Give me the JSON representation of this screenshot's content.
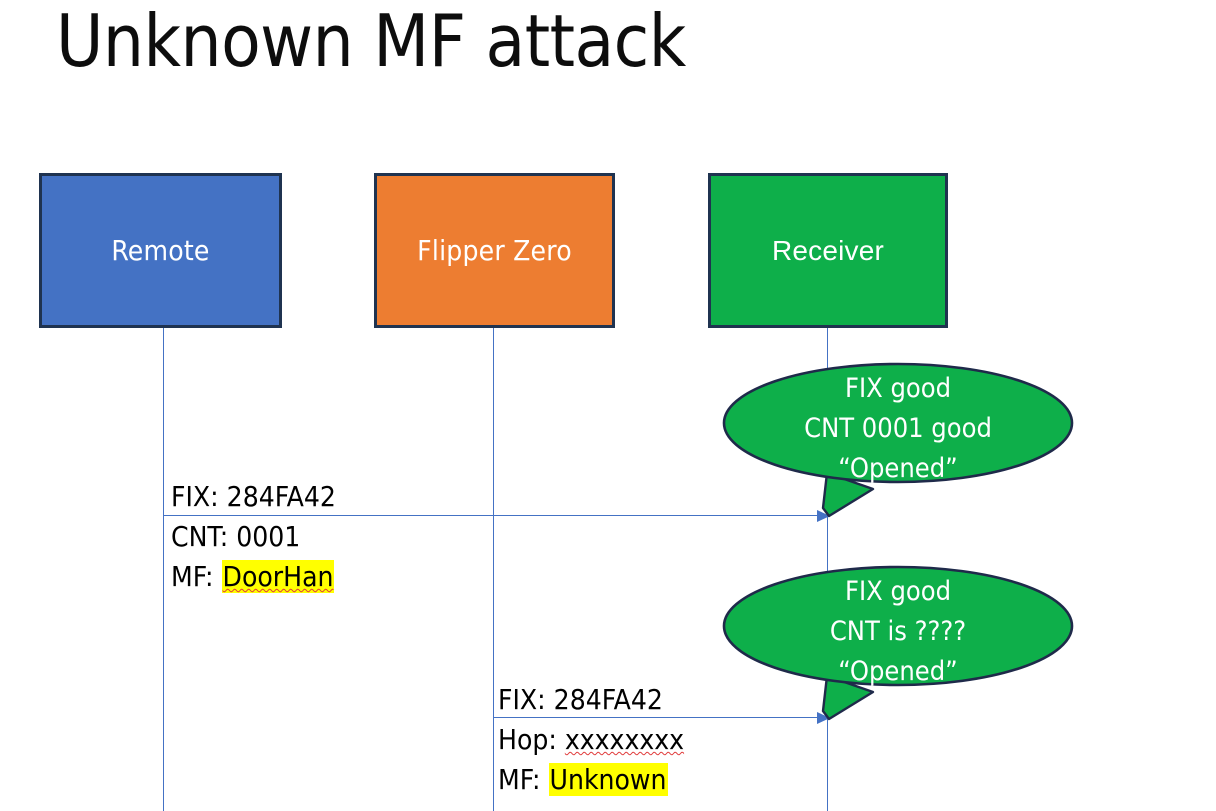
{
  "slide": {
    "title": "Unknown MF attack",
    "background_color": "#FFFFFF"
  },
  "colors": {
    "remote_box": "#4472C4",
    "flipper_box": "#ED7D31",
    "receiver_box": "#0EAF4A",
    "box_border": "#1F3350",
    "lifeline": "#4472C4",
    "callout_fill": "#0EAF4A",
    "callout_border": "#1F2A4A",
    "highlight": "#FFFF00",
    "text_dark": "#000000",
    "text_light": "#FFFFFF"
  },
  "actors": [
    {
      "id": "remote",
      "label": "Remote"
    },
    {
      "id": "flipper",
      "label": "Flipper Zero"
    },
    {
      "id": "receiver",
      "label": "Receiver"
    }
  ],
  "messages": [
    {
      "id": "remote-to-receiver",
      "from": "remote",
      "to": "receiver",
      "lines": [
        {
          "label": "FIX: ",
          "value": "284FA42",
          "highlight": false,
          "spellcheck_error": false
        },
        {
          "label": "CNT: ",
          "value": "0001",
          "highlight": false,
          "spellcheck_error": false
        },
        {
          "label": "MF: ",
          "value": "DoorHan",
          "highlight": true,
          "spellcheck_error": true
        }
      ]
    },
    {
      "id": "flipper-to-receiver",
      "from": "flipper",
      "to": "receiver",
      "lines": [
        {
          "label": "FIX: ",
          "value": "284FA42",
          "highlight": false,
          "spellcheck_error": false
        },
        {
          "label": "Hop: ",
          "value": "xxxxxxxx",
          "highlight": false,
          "spellcheck_error": true
        },
        {
          "label": "MF: ",
          "value": "Unknown",
          "highlight": true,
          "spellcheck_error": false
        }
      ]
    }
  ],
  "callouts": [
    {
      "id": "callout-first",
      "attached_to": "remote-to-receiver",
      "lines": [
        "FIX good",
        "CNT 0001 good",
        "“Opened”"
      ]
    },
    {
      "id": "callout-second",
      "attached_to": "flipper-to-receiver",
      "lines": [
        "FIX good",
        "CNT is ????",
        "“Opened”"
      ]
    }
  ]
}
